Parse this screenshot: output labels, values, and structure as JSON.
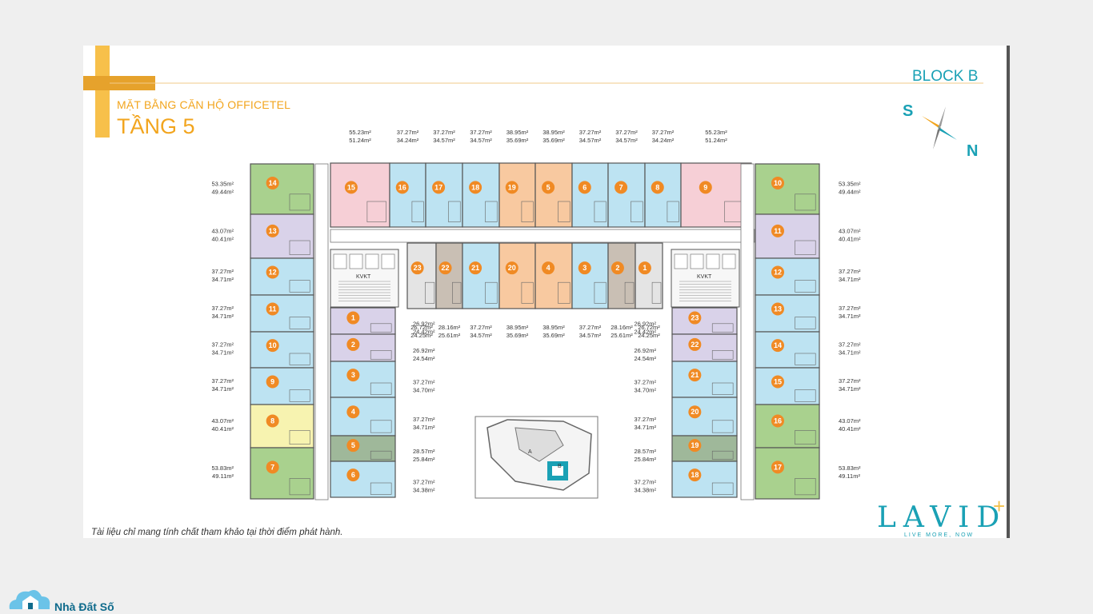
{
  "header": {
    "block": "BLOCK B",
    "subtitle": "MẶT BẰNG CĂN HỘ OFFICETEL",
    "floor": "TẦNG 5"
  },
  "compass": {
    "south": "S",
    "north": "N"
  },
  "footer": {
    "note": "Tài liệu chỉ mang tính chất tham khảo tại thời điểm phát hành.",
    "brand": "LAVIDA",
    "brand_plus": "+",
    "tagline": "LIVE MORE, NOW"
  },
  "watermark": {
    "text": "Nhà Đất Số",
    "icon": "house-cloud-icon"
  },
  "kvkt": "KVKT",
  "colors": {
    "green": "#a9d18e",
    "purple": "#d9d2e9",
    "blue": "#bde3f2",
    "yellow": "#f7f3b0",
    "pink": "#f6cfd6",
    "orange": "#f8c9a0",
    "brown": "#c9bfb4",
    "grey": "#e4e4e4",
    "darkgreen": "#9fb89a",
    "badge": "#f08a24",
    "accent": "#f2a51e",
    "teal": "#1aa1b5"
  },
  "units": {
    "top": [
      {
        "n": "15",
        "gross": "55.23m²",
        "net": "51.24m²",
        "color": "pink"
      },
      {
        "n": "16",
        "gross": "37.27m²",
        "net": "34.24m²",
        "color": "blue"
      },
      {
        "n": "17",
        "gross": "37.27m²",
        "net": "34.57m²",
        "color": "blue"
      },
      {
        "n": "18",
        "gross": "37.27m²",
        "net": "34.57m²",
        "color": "blue"
      },
      {
        "n": "19",
        "gross": "38.95m²",
        "net": "35.69m²",
        "color": "orange"
      },
      {
        "n": "5",
        "gross": "38.95m²",
        "net": "35.69m²",
        "color": "orange"
      },
      {
        "n": "6",
        "gross": "37.27m²",
        "net": "34.57m²",
        "color": "blue"
      },
      {
        "n": "7",
        "gross": "37.27m²",
        "net": "34.57m²",
        "color": "blue"
      },
      {
        "n": "8",
        "gross": "37.27m²",
        "net": "34.24m²",
        "color": "blue"
      },
      {
        "n": "9",
        "gross": "55.23m²",
        "net": "51.24m²",
        "color": "pink"
      }
    ],
    "middle": [
      {
        "n": "23",
        "gross": "26.72m²",
        "net": "24.25m²",
        "color": "grey"
      },
      {
        "n": "22",
        "gross": "28.16m²",
        "net": "25.61m²",
        "color": "brown"
      },
      {
        "n": "21",
        "gross": "37.27m²",
        "net": "34.57m²",
        "color": "blue"
      },
      {
        "n": "20",
        "gross": "38.95m²",
        "net": "35.69m²",
        "color": "orange"
      },
      {
        "n": "4",
        "gross": "38.95m²",
        "net": "35.69m²",
        "color": "orange"
      },
      {
        "n": "3",
        "gross": "37.27m²",
        "net": "34.57m²",
        "color": "blue"
      },
      {
        "n": "2",
        "gross": "28.16m²",
        "net": "25.61m²",
        "color": "brown"
      },
      {
        "n": "1",
        "gross": "26.72m²",
        "net": "24.25m²",
        "color": "grey"
      }
    ],
    "left_outer": [
      {
        "n": "14",
        "gross": "53.35m²",
        "net": "49.44m²",
        "color": "green"
      },
      {
        "n": "13",
        "gross": "43.07m²",
        "net": "40.41m²",
        "color": "purple"
      },
      {
        "n": "12",
        "gross": "37.27m²",
        "net": "34.71m²",
        "color": "blue"
      },
      {
        "n": "11",
        "gross": "37.27m²",
        "net": "34.71m²",
        "color": "blue"
      },
      {
        "n": "10",
        "gross": "37.27m²",
        "net": "34.71m²",
        "color": "blue"
      },
      {
        "n": "9",
        "gross": "37.27m²",
        "net": "34.71m²",
        "color": "blue"
      },
      {
        "n": "8",
        "gross": "43.07m²",
        "net": "40.41m²",
        "color": "yellow"
      },
      {
        "n": "7",
        "gross": "53.83m²",
        "net": "49.11m²",
        "color": "green"
      }
    ],
    "right_outer": [
      {
        "n": "10",
        "gross": "53.35m²",
        "net": "49.44m²",
        "color": "green"
      },
      {
        "n": "11",
        "gross": "43.07m²",
        "net": "40.41m²",
        "color": "purple"
      },
      {
        "n": "12",
        "gross": "37.27m²",
        "net": "34.71m²",
        "color": "blue"
      },
      {
        "n": "13",
        "gross": "37.27m²",
        "net": "34.71m²",
        "color": "blue"
      },
      {
        "n": "14",
        "gross": "37.27m²",
        "net": "34.71m²",
        "color": "blue"
      },
      {
        "n": "15",
        "gross": "37.27m²",
        "net": "34.71m²",
        "color": "blue"
      },
      {
        "n": "16",
        "gross": "43.07m²",
        "net": "40.41m²",
        "color": "green"
      },
      {
        "n": "17",
        "gross": "53.83m²",
        "net": "49.11m²",
        "color": "green"
      }
    ],
    "left_inner": [
      {
        "n": "1",
        "gross": "26.92m²",
        "net": "24.42m²",
        "color": "purple"
      },
      {
        "n": "2",
        "gross": "26.92m²",
        "net": "24.54m²",
        "color": "purple"
      },
      {
        "n": "3",
        "gross": "37.27m²",
        "net": "34.70m²",
        "color": "blue"
      },
      {
        "n": "4",
        "gross": "37.27m²",
        "net": "34.71m²",
        "color": "blue"
      },
      {
        "n": "5",
        "gross": "28.57m²",
        "net": "25.84m²",
        "color": "darkgreen"
      },
      {
        "n": "6",
        "gross": "37.27m²",
        "net": "34.38m²",
        "color": "blue"
      }
    ],
    "right_inner": [
      {
        "n": "23",
        "gross": "26.92m²",
        "net": "24.42m²",
        "color": "purple"
      },
      {
        "n": "22",
        "gross": "26.92m²",
        "net": "24.54m²",
        "color": "purple"
      },
      {
        "n": "21",
        "gross": "37.27m²",
        "net": "34.70m²",
        "color": "blue"
      },
      {
        "n": "20",
        "gross": "37.27m²",
        "net": "34.71m²",
        "color": "blue"
      },
      {
        "n": "19",
        "gross": "28.57m²",
        "net": "25.84m²",
        "color": "darkgreen"
      },
      {
        "n": "18",
        "gross": "37.27m²",
        "net": "34.38m²",
        "color": "blue"
      }
    ]
  },
  "site_map": {
    "labels": [
      "A",
      "B"
    ]
  }
}
